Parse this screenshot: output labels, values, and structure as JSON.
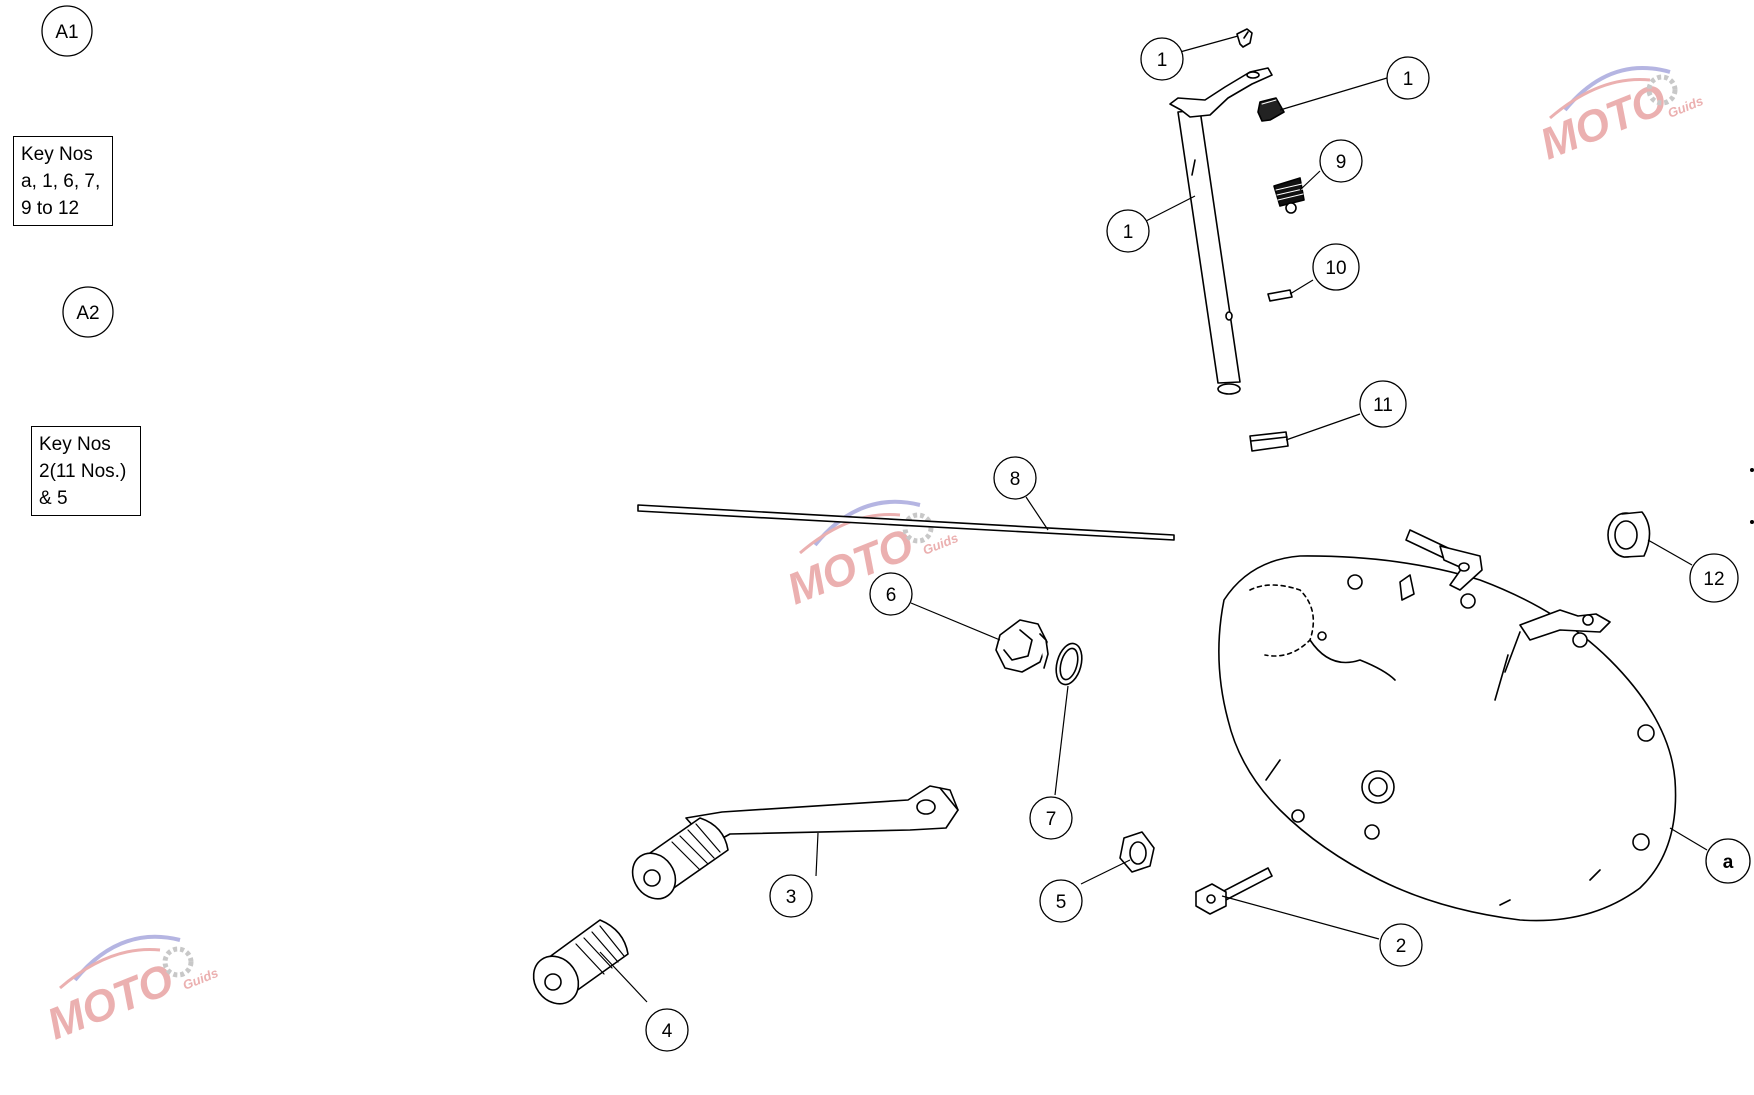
{
  "key_boxes": [
    {
      "lines": [
        "Key Nos",
        "a, 1, 6, 7,",
        "9 to 12"
      ]
    },
    {
      "lines": [
        "Key Nos",
        "2(11 Nos.)",
        "& 5"
      ]
    }
  ],
  "callouts": {
    "A1": "A1",
    "A2": "A2",
    "c1a": "1",
    "c1b": "1",
    "c1c": "1",
    "c9": "9",
    "c10": "10",
    "c11": "11",
    "c8": "8",
    "c12": "12",
    "c6": "6",
    "c7": "7",
    "c3": "3",
    "c4": "4",
    "c5": "5",
    "c2": "2",
    "ca": "a"
  },
  "watermark": {
    "brand": "MOTO",
    "sub": "Guids",
    "colors": {
      "red": "#e8a3a3",
      "blue": "#a9a9dd",
      "gray": "#bfbfbf"
    }
  }
}
